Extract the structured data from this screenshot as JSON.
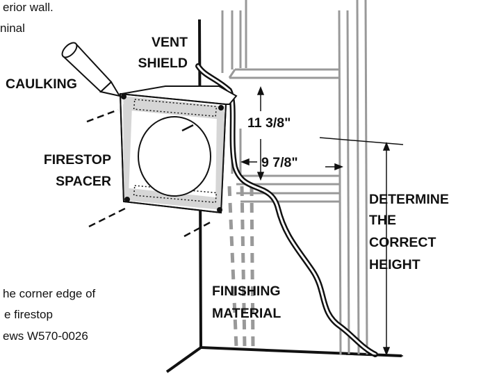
{
  "snippets": {
    "top_line_1": "erior wall.",
    "top_line_2": "ninal",
    "bottom_line_1": "he corner edge of",
    "bottom_line_2": "e firestop",
    "bottom_line_3": "ews W570-0026"
  },
  "labels": {
    "vent_shield_1": "VENT",
    "vent_shield_2": "SHIELD",
    "caulking": "CAULKING",
    "firestop_1": "FIRESTOP",
    "firestop_2": "SPACER",
    "dim_height": "11 3/8\"",
    "dim_width": "9 7/8\"",
    "determine_1": "DETERMINE",
    "determine_2": "THE",
    "determine_3": "CORRECT",
    "determine_4": "HEIGHT",
    "finishing_1": "FINISHING",
    "finishing_2": "MATERIAL"
  }
}
